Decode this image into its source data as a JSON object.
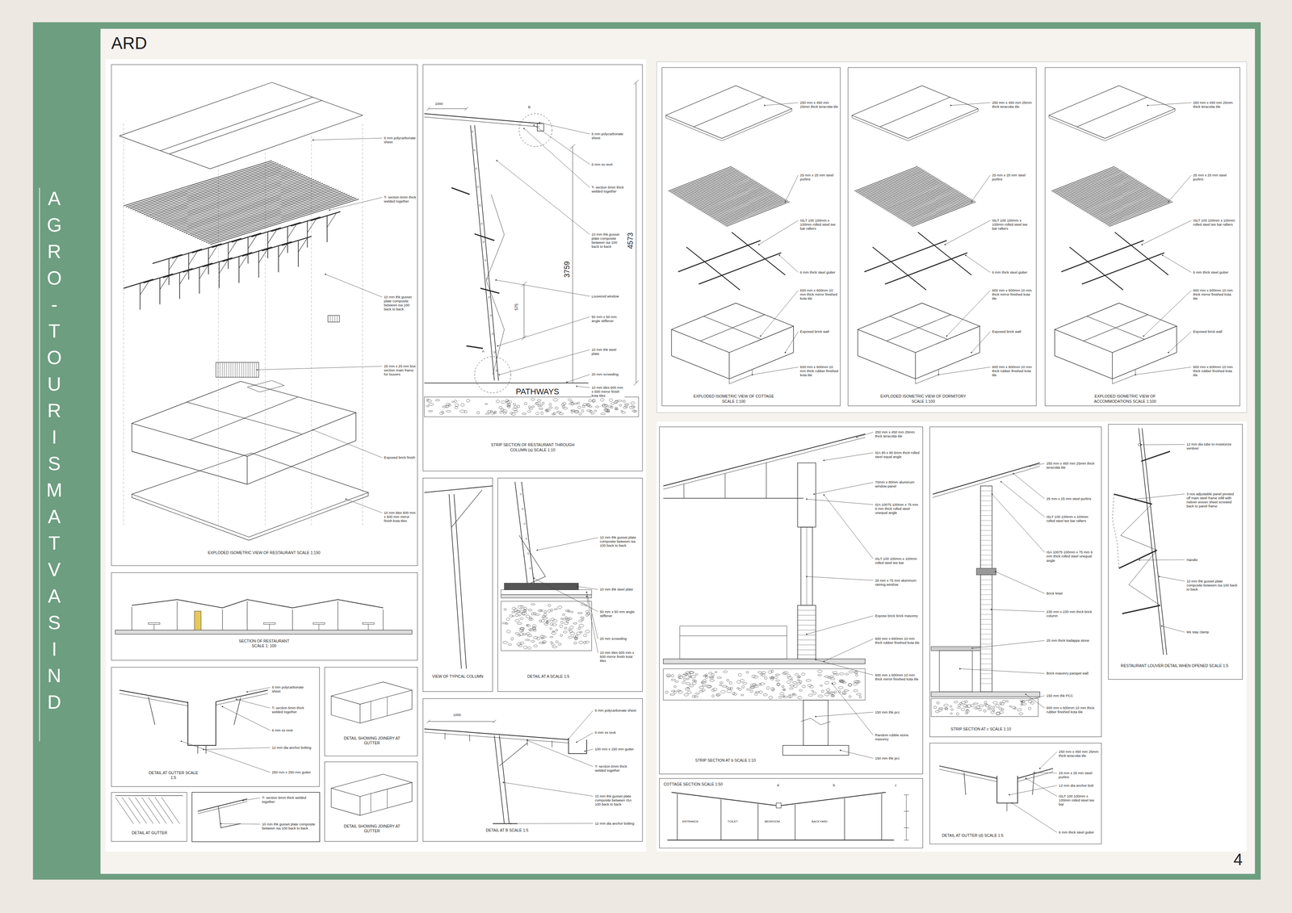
{
  "diagram": {
    "title": "AGRO - TOURISM AT VASIND",
    "nodes": [
      {
        "text": [
          "EXPLODED ISOMETRIC VIEW OF RESTAURANT SCALE 1:150"
        ]
      },
      {
        "text": [
          "STRIP SECTION OF RESTAURANT THROUGH COLUMN (a) SCALE 1:10"
        ]
      },
      {
        "text": [
          "SECTION OF RESTAURANT SCALE 1: 100"
        ]
      },
      {
        "text": [
          "DETAIL AT GUTTER SCALE 1:5"
        ]
      },
      {
        "text": [
          "DETAIL SHOWING JOINERY AT GUTTER"
        ]
      },
      {
        "text": [
          "DETAIL SHOWING JOINERY AT GUTTER"
        ]
      },
      {
        "text": [
          "DETAIL AT GUTTER"
        ]
      },
      {
        "text": [
          "VIEW OF TYPICAL COLUMN"
        ]
      },
      {
        "text": [
          "DETAIL AT A SCALE 1:5"
        ]
      },
      {
        "text": [
          "DETAIL AT B SCALE 1:5"
        ]
      },
      {
        "text": [
          "EXPLODED ISOMETRIC VIEW OF COTTAGE SCALE 1:100"
        ]
      },
      {
        "text": [
          "EXPLODED ISOMETRIC VIEW OF DORMITORY SCALE 1:100"
        ]
      },
      {
        "text": [
          "EXPLODED ISOMETRIC VIEW OF ACCOMMODATIONS SCALE 1:100"
        ]
      },
      {
        "text": [
          "STRIP SECTION AT b SCALE 1:10"
        ]
      },
      {
        "text": [
          "COTTAGE SECTION SCALE 1:50"
        ]
      },
      {
        "text": [
          "STRIP SECTION AT c SCALE 1:10"
        ]
      },
      {
        "text": [
          "DETAIL AT GUTTER (d) SCALE 1:5"
        ]
      },
      {
        "text": [
          "RESTAURANT LOUVER DETAIL WHEN OPENED SCALE 1:5"
        ]
      }
    ],
    "labels": [
      "ARD",
      "6 mm polycarbonate sheet",
      "T- section 6mm thick welded together",
      "10 mm thk gusset plate composite between isa 100 back to back",
      "25 mm x 25 mm box section main frame for louvers",
      "Exposed brick finish",
      "10 mm tiles 600 mm x 600 mm mirror finish kota tiles",
      "1000",
      "B",
      "4573",
      "3759",
      "575",
      "A",
      "PATHWAYS",
      "6 mm polycarbonate sheet",
      "6 mm ss revit",
      "T- section 6mm thick welded together",
      "10 mm thk gusset plate composite between isa 100 back to back",
      "Louvered window",
      "50 mm x 50 mm angle stiffener",
      "10 mm thk steel plate",
      "20 mm screeding",
      "10 mm tiles 600 mm x 600 mirror finish kota tiles",
      "6 mm polycarbonate sheet",
      "T- section 6mm thick welded together",
      "6 mm ss revit",
      "12 mm dia anchor bolting",
      "250 mm x 250 mm gutter",
      "T- section 6mm thick welded together",
      "10 mm thk gusset plate composite between isa 100 back to back",
      "10 mm thk gusset plate composite between isa 100 back to back",
      "10 mm thk steel plate",
      "50 mm x 50 mm angle stiffener",
      "20 mm screeding",
      "10 mm tiles 600 mm x 600 mirror finish kota tiles",
      "1000",
      "6 mm polycarbonate sheet",
      "6 mm ss revit",
      "100 mm x 150 mm gutter",
      "T- section 6mm thick welded together",
      "10 mm thk gusset plate composite between ISA 100 back to back",
      "12 mm dia anchor bolting",
      "250 mm x 450 mm 25mm thick teracotta tile",
      "25 mm x 25 mm steel purlins",
      "ISLT 100 100mm x 100mm rolled steel tee bar rafters",
      "6 mm thick steel gutter",
      "600 mm x 600mm 10 mm thick mirror finished kota tile",
      "Exposed brick wall",
      "600 mm x 600mm 10 mm thick rubber finished kota tile",
      "250 mm x 450 mm 25mm thick teracotta tile",
      "25 mm x 25 mm steel purlins",
      "ISLT 100 100mm x 100mm rolled steel tee bar rafters",
      "6 mm thick steel gutter",
      "600 mm x 600mm 10 mm thick mirror finished kota tile",
      "Exposed brick wall",
      "600 mm x 600mm 10 mm thick rubber finished kota tile",
      "250 mm x 450 mm 25mm thick teracotta tile",
      "25 mm x 25 mm steel purlins",
      "ISLT 100 100mm x 100mm rolled steel tee bar rafters",
      "6 mm thick steel gutter",
      "600 mm x 600mm 10 mm thick mirror finished kota tile",
      "Exposed brick wall",
      "600 mm x 600mm 10 mm thick rubber finished kota tile",
      "250 mm x 450 mm 25mm thick teracotta tile",
      "ISA 90 x 90 6mm thick rolled steel equal angle",
      "70mm x 80mm aluminum window panel",
      "ISA 10075 100mm x 75 mm 6 mm thick rolled steel unequal angle",
      "ISLT 100 100mm x 100mm rolled steel tee bar",
      "25 mm x 75 mm aluminum raining window",
      "Expose brick brick masonry",
      "600 mm x 600mm 10 mm thick rubber finished kota tile",
      "600 mm x 600mm 10 mm thick mirror finished kota tile",
      "150 mm thk pcc",
      "Random rubble stone masonry",
      "150 mm thk pcc",
      "d",
      "b",
      "c",
      "ENTRANCE",
      "TOILET",
      "BEDROOM",
      "BACKYARD",
      "250 mm x 450 mm 25mm thick teracotta tile",
      "25 mm x 25 mm steel purlins",
      "ISLT 100 100mm x 100mm rolled steel tee bar rafters",
      "ISA 10075 100mm x 75 mm 6 mm thick rolled steel unequal angle",
      "Brick lintel",
      "230 mm x 230 mm thick brick column",
      "25 mm thick kadappa stone",
      "Brick masonry parapet wall",
      "150 mm thk PCC",
      "600 mm x 600mm 10 mm thick rubber finished kota tile",
      "250 mm x 450 mm 25mm thick teracotta tile",
      "25 mm x 25 mm steel purlins",
      "12 mm dia anchor bolt",
      "ISLT 100 100mm x 100mm rolled steel tee bar",
      "6 mm thick steel gutter",
      "12 mm dia tube to moisturize ventiver",
      "3 nos adjustable panel pivoted off main steel frame infill with netiver woven sheet screwed back to panel frame",
      "Handle",
      "10 mm thk gusset plate composite between isa 100 back to back",
      "Ms stay clamp",
      "4"
    ]
  }
}
